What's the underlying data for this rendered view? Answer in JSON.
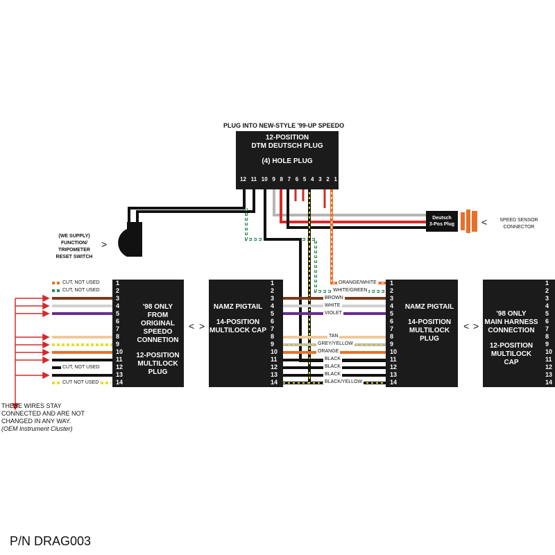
{
  "title": "PLUG INTO NEW-STYLE '99-UP SPEEDO",
  "top_plug": {
    "line1": "12-POSITION",
    "line2": "DTM DEUTSCH PLUG",
    "line3": "(4) HOLE PLUG",
    "pins": [
      "12",
      "11",
      "10",
      "9",
      "8",
      "7",
      "6",
      "5",
      "4",
      "3",
      "2",
      "1"
    ]
  },
  "reset_switch": {
    "line1": "(WE SUPPLY)",
    "line2": "FUNCTION/",
    "line3": "TRIPOMETER",
    "line4": "RESET SWITCH"
  },
  "deutsch": {
    "line1": "Deutsch",
    "line2": "3-Pos Plug"
  },
  "speed_sensor": {
    "line1": "SPEED SENSOR",
    "line2": "CONNECTOR"
  },
  "block_orig": {
    "line1": "'98 ONLY",
    "line2": "FROM ORIGINAL",
    "line3": "SPEEDO",
    "line4": "CONNETION",
    "line5": "12-POSITION",
    "line6": "MULTILOCK",
    "line7": "PLUG"
  },
  "block_cap": {
    "line1": "NAMZ PIGTAIL",
    "line2": "14-POSITION",
    "line3": "MULTILOCK CAP"
  },
  "block_plug": {
    "line1": "NAMZ PIGTAIL",
    "line2": "14-POSITION",
    "line3": "MULTILOCK",
    "line4": "PLUG"
  },
  "block_main": {
    "line1": "'98 ONLY",
    "line2": "MAIN HARNESS",
    "line3": "CONNECTION",
    "line4": "12-POSITION",
    "line5": "MULTILOCK CAP"
  },
  "pin_numbers": [
    "1",
    "2",
    "3",
    "4",
    "5",
    "6",
    "7",
    "8",
    "9",
    "10",
    "11",
    "12",
    "13",
    "14"
  ],
  "left_notes": [
    "CUT, NOT USED",
    "CUT, NOT USED",
    "CUT, NOT USED",
    "CUT NOT USED"
  ],
  "wire_labels": [
    "ORANGE/WHITE",
    "WHITE/GREEN",
    "BROWN",
    "WHITE",
    "VIOLET",
    "TAN",
    "GREY/YELLOW",
    "ORANGE",
    "BLACK",
    "BLACK",
    "BLACK",
    "BLACK/YELLOW"
  ],
  "stay_note": {
    "line1": "THESE WIRES STAY",
    "line2": "CONNECTED AND ARE NOT",
    "line3": "CHANGED IN ANY WAY.",
    "line4": "(OEM Instrument Cluster)"
  },
  "part_number": "P/N DRAG003",
  "colors": {
    "orange": "#e8702a",
    "white": "#d0d0d0",
    "green": "#2e8b57",
    "brown": "#7a3b1c",
    "violet": "#6a2c8f",
    "tan": "#f2c99a",
    "yellow": "#e6df2a",
    "red": "#d42a2a",
    "black": "#111111",
    "grey": "#b5b5b5"
  }
}
